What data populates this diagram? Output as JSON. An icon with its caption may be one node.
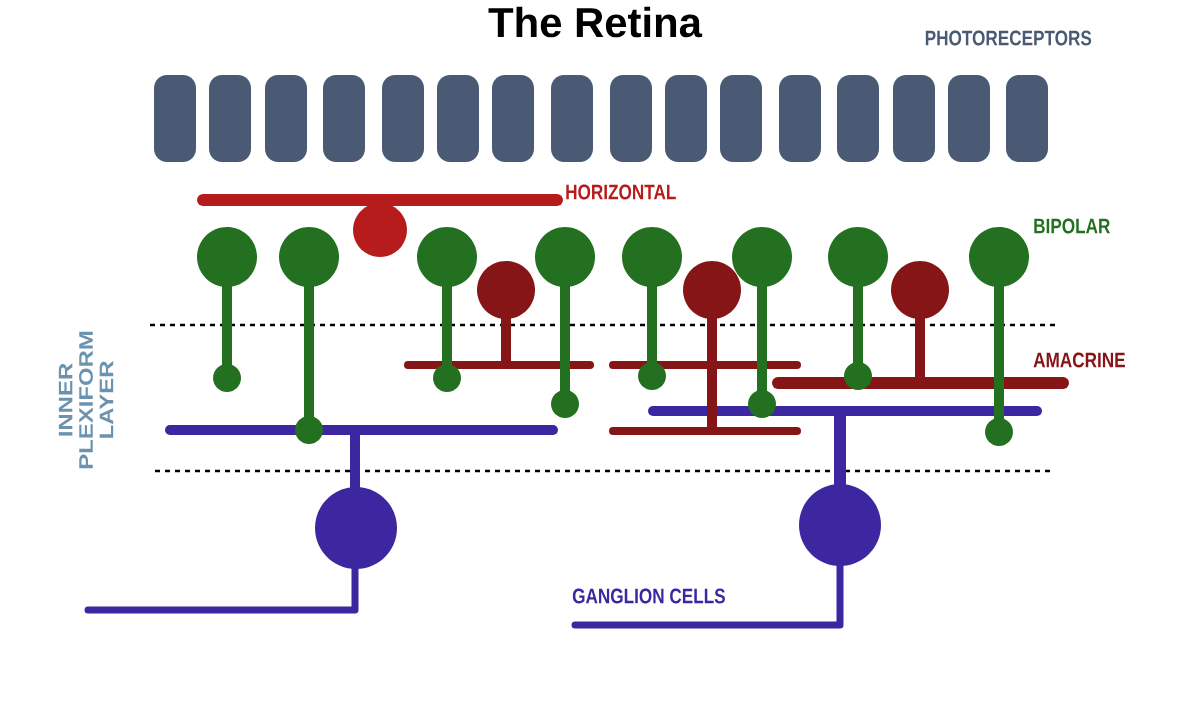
{
  "diagram": {
    "title": "The Retina",
    "labels": [
      "PHOTORECEPTORS",
      "HORIZONTAL",
      "BIPOLAR",
      "AMACRINE",
      "INNER PLEXIFORM LAYER",
      "GANGLION CELLS"
    ]
  }
}
